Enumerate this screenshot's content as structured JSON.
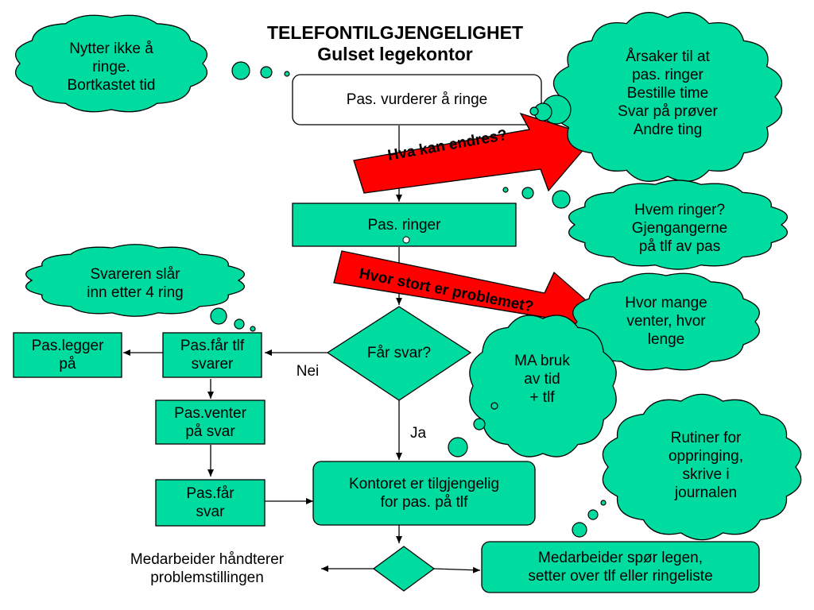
{
  "title": {
    "line1": "TELEFONTILGJENGELIGHET",
    "line2": "Gulset legekontor"
  },
  "boxes": {
    "vurderer": "Pas. vurderer å ringe",
    "ringer": "Pas. ringer",
    "svar_q": "Får svar?",
    "faar_tlf_svarer": [
      "Pas.får tlf",
      "svarer"
    ],
    "legger_paa": [
      "Pas.legger",
      "på"
    ],
    "venter": [
      "Pas.venter",
      "på svar"
    ],
    "faar_svar": [
      "Pas.får",
      "svar"
    ],
    "kontoret": [
      "Kontoret er tilgjengelig",
      "for pas. på tlf"
    ],
    "medarbeider_legen": [
      "Medarbeider spør legen,",
      "setter over tlf eller ringeliste"
    ]
  },
  "edge_labels": {
    "nei": "Nei",
    "ja": "Ja"
  },
  "free_text": {
    "medarbeider_handterer": [
      "Medarbeider håndterer",
      "problemstillingen"
    ]
  },
  "arrows": {
    "hva_kan_endres": "Hva kan endres?",
    "hvor_stort": "Hvor stort er problemet?"
  },
  "clouds": {
    "nytter_ikke": [
      "Nytter ikke å",
      "ringe.",
      "Bortkastet tid"
    ],
    "arsaker": [
      "Årsaker til at",
      "pas. ringer",
      "Bestille time",
      "Svar på prøver",
      "Andre ting"
    ],
    "hvem_ringer": [
      "Hvem ringer?",
      "Gjengangerne",
      "på tlf av pas"
    ],
    "svareren": [
      "Svareren slår",
      "inn etter 4 ring"
    ],
    "hvor_mange": [
      "Hvor mange",
      "venter, hvor",
      "lenge"
    ],
    "ma_bruk": [
      "MA bruk",
      "av tid",
      "+ tlf"
    ],
    "rutiner": [
      "Rutiner for",
      "oppringing,",
      "skrive i",
      "journalen"
    ]
  },
  "colors": {
    "box_fill": "#00dca0",
    "cloud_fill": "#00dca0",
    "arrow_fill": "#ff0000",
    "outline": "#000000"
  }
}
